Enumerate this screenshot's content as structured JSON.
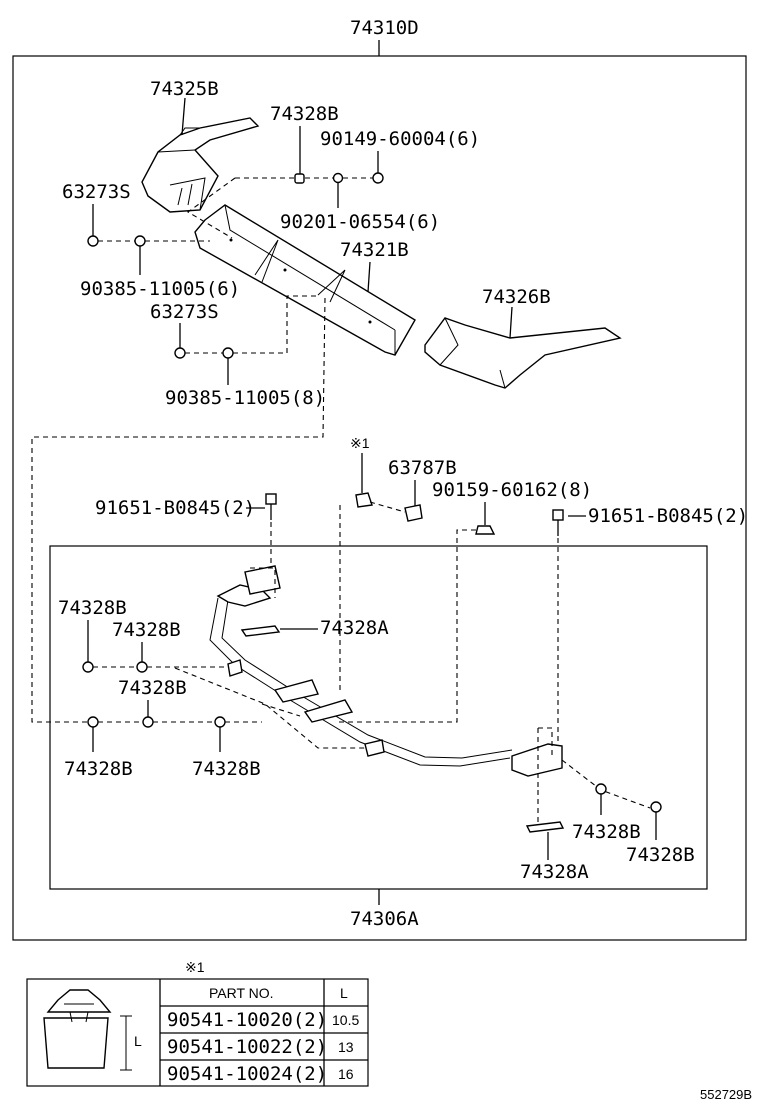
{
  "top_assembly": "74310D",
  "bottom_assembly": "74306A",
  "callouts": {
    "c74325B": "74325B",
    "c74328B_top": "74328B",
    "c90149": "90149-60004(6)",
    "c63273S_a": "63273S",
    "c90201": "90201-06554(6)",
    "c74321B": "74321B",
    "c90385_a": "90385-11005(6)",
    "c63273S_b": "63273S",
    "c74326B": "74326B",
    "c90385_b": "90385-11005(8)",
    "note_mark": "※1",
    "c63787B": "63787B",
    "c90159": "90159-60162(8)",
    "c91651_left": "91651-B0845(2)",
    "c91651_right": "91651-B0845(2)",
    "c74328B_l1": "74328B",
    "c74328B_l2": "74328B",
    "c74328A_upper": "74328A",
    "c74328B_l3": "74328B",
    "c74328B_l4": "74328B",
    "c74328B_l5": "74328B",
    "c74328B_r1": "74328B",
    "c74328B_r2": "74328B",
    "c74328A_lower": "74328A"
  },
  "table": {
    "note_mark": "※1",
    "header_part": "PART NO.",
    "header_l": "L",
    "dim_label": "L",
    "rows": [
      {
        "part": "90541-10020(2)",
        "l": "10.5"
      },
      {
        "part": "90541-10022(2)",
        "l": "13"
      },
      {
        "part": "90541-10024(2)",
        "l": "16"
      }
    ]
  },
  "reference_code": "552729B"
}
